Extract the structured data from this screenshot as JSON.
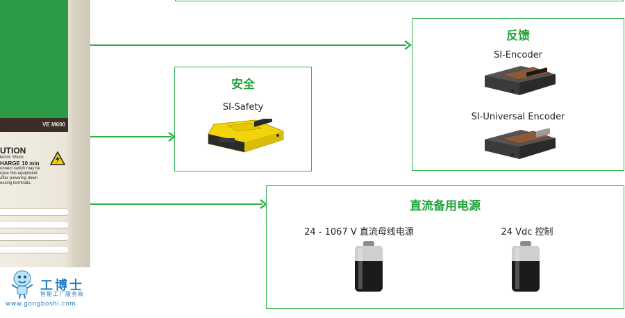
{
  "drive": {
    "model_label": "VE M600",
    "warning_title": "UTION",
    "warning_line1": "lectric Shock",
    "warning_charge": "HARGE  10 min",
    "warning_lines": [
      "onnect switch may be",
      "rgise this equipment.",
      "after powering down",
      "essing terminals."
    ]
  },
  "watermark": {
    "brand": "工博士",
    "tagline": "智能工厂服务商",
    "url": "www.gongboshi.com"
  },
  "safety": {
    "title": "安全",
    "module_label": "SI-Safety"
  },
  "feedback": {
    "title": "反馈",
    "encoder_label": "SI-Encoder",
    "universal_label": "SI-Universal Encoder"
  },
  "power": {
    "title": "直流备用电源",
    "dc_bus_label": "24 - 1067 V 直流母线电源",
    "control_label": "24 Vdc 控制"
  },
  "colors": {
    "accent_green": "#2db24a",
    "title_green": "#21a33c",
    "drive_green": "#2d9b45",
    "safety_yellow": "#f2d40d",
    "encoder_brown": "#8a5a3c"
  }
}
